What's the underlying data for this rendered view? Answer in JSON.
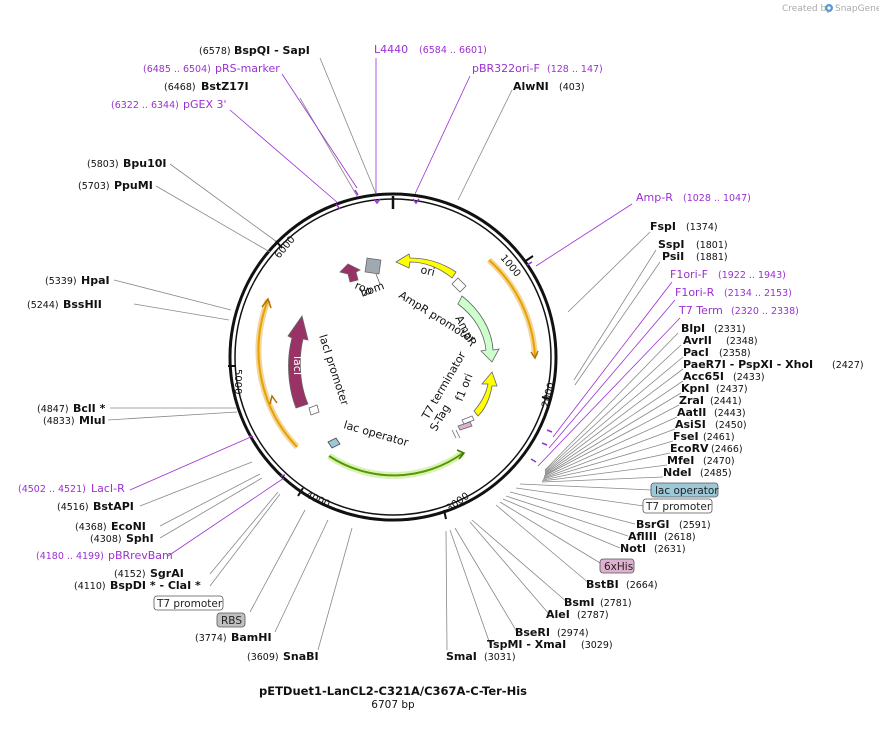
{
  "credit": {
    "created_by": "Created by",
    "brand": "SnapGene"
  },
  "plasmid": {
    "name": "pETDuet1-LanCL2-C321A/C367A-C-Ter-His",
    "length_label": "6707 bp",
    "length": 6707
  },
  "ticks": [
    "1000",
    "2000",
    "3000",
    "4000",
    "5000",
    "6000"
  ],
  "sites_right": [
    {
      "name": "AlwNI",
      "pos": "(403)"
    },
    {
      "name": "FspI",
      "pos": "(1374)"
    },
    {
      "name": "SspI",
      "pos": "(1801)"
    },
    {
      "name": "PsiI",
      "pos": "(1881)"
    },
    {
      "name": "BlpI",
      "pos": "(2331)"
    },
    {
      "name": "AvrII",
      "pos": "(2348)"
    },
    {
      "name": "PacI",
      "pos": "(2358)"
    },
    {
      "name": "PaeR7I - PspXI - XhoI",
      "pos": "(2427)"
    },
    {
      "name": "Acc65I",
      "pos": "(2433)"
    },
    {
      "name": "KpnI",
      "pos": "(2437)"
    },
    {
      "name": "ZraI",
      "pos": "(2441)"
    },
    {
      "name": "AatII",
      "pos": "(2443)"
    },
    {
      "name": "AsiSI",
      "pos": "(2450)"
    },
    {
      "name": "FseI",
      "pos": "(2461)"
    },
    {
      "name": "EcoRV",
      "pos": "(2466)"
    },
    {
      "name": "MfeI",
      "pos": "(2470)"
    },
    {
      "name": "NdeI",
      "pos": "(2485)"
    },
    {
      "name": "BsrGI",
      "pos": "(2591)"
    },
    {
      "name": "AflIII",
      "pos": "(2618)"
    },
    {
      "name": "NotI",
      "pos": "(2631)"
    },
    {
      "name": "BstBI",
      "pos": "(2664)"
    },
    {
      "name": "BsmI",
      "pos": "(2781)"
    },
    {
      "name": "AleI",
      "pos": "(2787)"
    },
    {
      "name": "BseRI",
      "pos": "(2974)"
    },
    {
      "name": "TspMI - XmaI",
      "pos": "(3029)"
    },
    {
      "name": "SmaI",
      "pos": "(3031)"
    }
  ],
  "sites_left": [
    {
      "name": "BspQI - SapI",
      "pos": "(6578)"
    },
    {
      "name": "BstZ17I",
      "pos": "(6468)"
    },
    {
      "name": "Bpu10I",
      "pos": "(5803)"
    },
    {
      "name": "PpuMI",
      "pos": "(5703)"
    },
    {
      "name": "HpaI",
      "pos": "(5339)"
    },
    {
      "name": "BssHII",
      "pos": "(5244)"
    },
    {
      "name": "BclI *",
      "pos": "(4847)"
    },
    {
      "name": "MluI",
      "pos": "(4833)"
    },
    {
      "name": "BstAPI",
      "pos": "(4516)"
    },
    {
      "name": "EcoNI",
      "pos": "(4368)"
    },
    {
      "name": "SphI",
      "pos": "(4308)"
    },
    {
      "name": "SgrAI",
      "pos": "(4152)"
    },
    {
      "name": "BspDI * - ClaI *",
      "pos": "(4110)"
    },
    {
      "name": "BamHI",
      "pos": "(3774)"
    },
    {
      "name": "SnaBI",
      "pos": "(3609)"
    }
  ],
  "primers": [
    {
      "name": "L4440",
      "pos": "(6584 .. 6601)"
    },
    {
      "name": "pBR322ori-F",
      "pos": "(128 .. 147)"
    },
    {
      "name": "pRS-marker",
      "pos": "(6485 .. 6504)"
    },
    {
      "name": "pGEX 3'",
      "pos": "(6322 .. 6344)"
    },
    {
      "name": "Amp-R",
      "pos": "(1028 .. 1047)"
    },
    {
      "name": "F1ori-F",
      "pos": "(1922 .. 1943)"
    },
    {
      "name": "F1ori-R",
      "pos": "(2134 .. 2153)"
    },
    {
      "name": "T7 Term",
      "pos": "(2320 .. 2338)"
    },
    {
      "name": "LacI-R",
      "pos": "(4502 .. 4521)"
    },
    {
      "name": "pBRrevBam",
      "pos": "(4180 .. 4199)"
    }
  ],
  "boxes": {
    "lac_operator": "lac operator",
    "t7_promoter_r": "T7 promoter",
    "his6": "6xHis",
    "t7_promoter_l": "T7 promoter",
    "rbs": "RBS"
  },
  "features": {
    "ori": "ori",
    "ampr": "AmpR",
    "ampr_promoter": "AmpR promoter",
    "t7_terminator": "T7 terminator",
    "f1_ori": "f1 ori",
    "s_tag": "S-Tag",
    "lac_operator": "lac operator",
    "laci": "lacI",
    "laci_promoter": "lacI promoter",
    "rop": "rop",
    "bom": "bom"
  },
  "colors": {
    "ori": "#ffff00",
    "ampr": "#ccffcc",
    "laci": "#993366",
    "lac_operator_arc": "#66cc00",
    "orange_arc": "#e8a200",
    "primer": "#9b30d0",
    "lac_operator_box": "#9dc8d8",
    "his6_box": "#e0b0d0",
    "rbs_box": "#c0c0c0"
  }
}
